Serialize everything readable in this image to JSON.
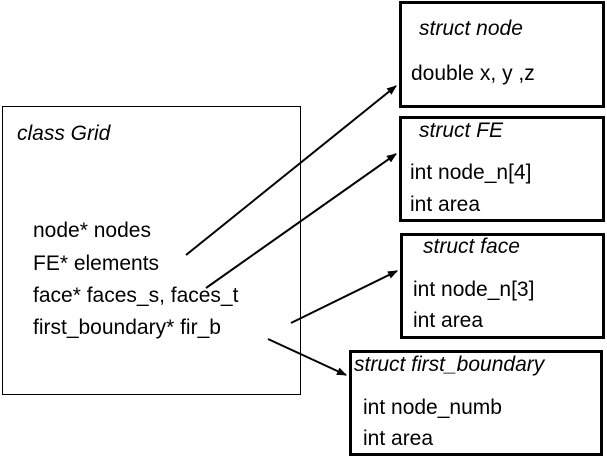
{
  "grid": {
    "title": "class Grid",
    "members": [
      "node* nodes",
      "FE* elements",
      "face* faces_s, faces_t",
      "first_boundary* fir_b"
    ]
  },
  "structs": [
    {
      "name": "struct node",
      "fields": [
        "double x, y ,z"
      ]
    },
    {
      "name": "struct FE",
      "fields": [
        "int node_n[4]",
        "int area"
      ]
    },
    {
      "name": "struct face",
      "fields": [
        "int node_n[3]",
        "int area"
      ]
    },
    {
      "name": "struct first_boundary",
      "fields": [
        "int node_numb",
        "int area"
      ]
    }
  ]
}
